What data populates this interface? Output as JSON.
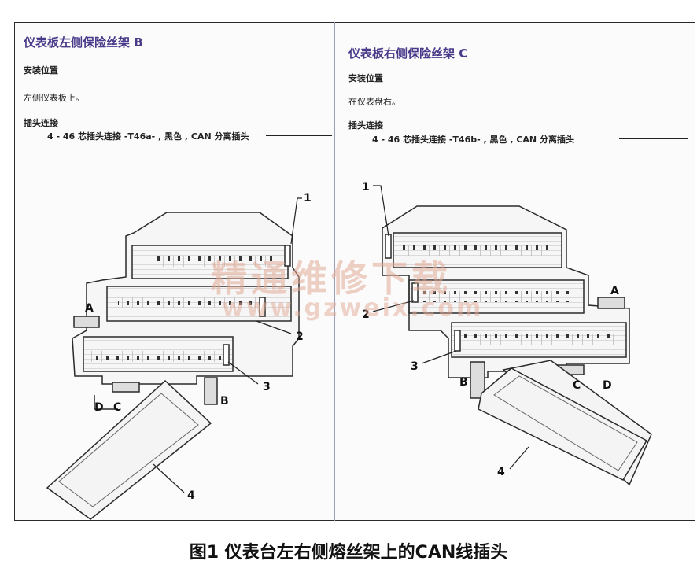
{
  "left": {
    "title": "仪表板左侧保险丝架 B",
    "location_heading": "安装位置",
    "location_text": "左侧仪表板上。",
    "connector_heading": "插头连接",
    "connector_item": "4 - 46 芯插头连接 -T46a- , 黑色 , CAN 分离插头",
    "callouts": [
      "1",
      "2",
      "3",
      "4",
      "A",
      "B",
      "C",
      "D"
    ]
  },
  "right": {
    "title": "仪表板右侧保险丝架 C",
    "location_heading": "安装位置",
    "location_text": "在仪表盘右。",
    "connector_heading": "插头连接",
    "connector_item": "4 - 46 芯插头连接 -T46b- , 黑色 , CAN 分离插头",
    "callouts": [
      "1",
      "2",
      "3",
      "4",
      "A",
      "B",
      "C",
      "D"
    ]
  },
  "watermark": {
    "text": "精通维修下载",
    "url": "www.gzweix.com"
  },
  "caption": "图1 仪表台左右侧熔丝架上的CAN线插头",
  "colors": {
    "title": "#4a3a8a",
    "watermark": "#e1aa96",
    "line": "#222222"
  }
}
